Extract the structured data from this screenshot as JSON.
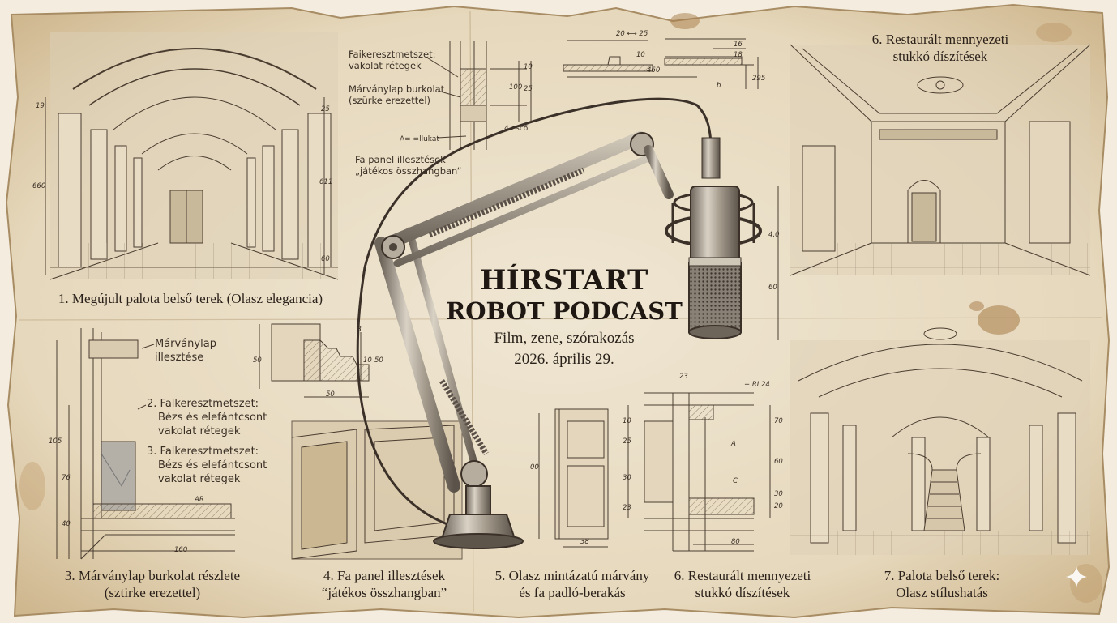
{
  "center": {
    "title_line1": "HÍRSTART",
    "title_line2": "ROBOT PODCAST",
    "subtitle": "Film, zene, szórakozás",
    "date": "2026. április 29."
  },
  "captions": {
    "palace_interior": "1. Megújult palota belső terek (Olasz elegancia)",
    "marble_detail_1": "3. Márványlap burkolat részlete",
    "marble_detail_2": "(sztirke erezettel)",
    "wood_panel_1": "4. Fa panel illesztések",
    "wood_panel_2": "“játékos összhangban”",
    "floor_inlay_1": "5. Olasz mintázatú márvány",
    "floor_inlay_2": "és fa padló-berakás",
    "stucco_bottom_1": "6. Restaurált mennyezeti",
    "stucco_bottom_2": "stukkó díszítések",
    "palace_bottom_1": "7. Palota belső terek:",
    "palace_bottom_2": "Olasz stílushatás",
    "stucco_top_1": "6. Restaurált mennyezeti",
    "stucco_top_2": "stukkó díszítések"
  },
  "notes": {
    "top_wall_1": "Faikeresztmetszet:",
    "top_wall_2": "vakolat rétegek",
    "top_marble_1": "Márványlap burkolat",
    "top_marble_2": "(szürke erezettel)",
    "top_gap": "A= =llukat",
    "top_drop": "4 escő",
    "top_panel_1": "Fa panel illesztések",
    "top_panel_2": "„játékos összhangban“",
    "left_marble_1": "Márványlap",
    "left_marble_2": "illesztése",
    "left_wall_a1": "2. Falkeresztmetszet:",
    "left_wall_a2": "Bézs és elefántcsont",
    "left_wall_a3": "vakolat rétegek",
    "left_wall_b1": "3. Falkeresztmetszet:",
    "left_wall_b2": "Bézs és elefántcsont",
    "left_wall_b3": "vakolat rétegek"
  },
  "dimensions": {
    "top_a": "20 ⟷ 25",
    "top_b": "10",
    "top_c": "16",
    "top_d": "18",
    "top_e": "460",
    "top_f": "295",
    "top_g": "b",
    "top_h": "100",
    "top_i": "25",
    "top_j": "10",
    "left_a": "19",
    "left_b": "660",
    "left_c": "25",
    "left_d": "611",
    "left_e": "60",
    "mid_a": "B",
    "mid_b": "50",
    "mid_c": "10",
    "mid_d": "50",
    "mid_e": "50",
    "wall_a": "105",
    "wall_b": "76",
    "wall_c": "40",
    "wall_d": "160",
    "wall_e": "AR",
    "door_a": "00",
    "door_b": "38",
    "sec_a": "23",
    "sec_b": "+ RI 24",
    "sec_c": "A",
    "sec_d": "C",
    "sec_e": "80",
    "sec_f": "70",
    "sec_g": "60",
    "sec_h": "30",
    "sec_i": "20",
    "sec_j": "25",
    "sec_k": "30",
    "sec_l": "23",
    "sec_m": "10",
    "mic_a": "4.0",
    "mic_b": "60"
  },
  "colors": {
    "paper": "#eadfc8",
    "paper_dark": "#c9b48f",
    "ink": "#2a211a",
    "stain": "#a67a45",
    "sparkle": "#ffffff"
  },
  "icons": {
    "sparkle": "four-point-star"
  }
}
